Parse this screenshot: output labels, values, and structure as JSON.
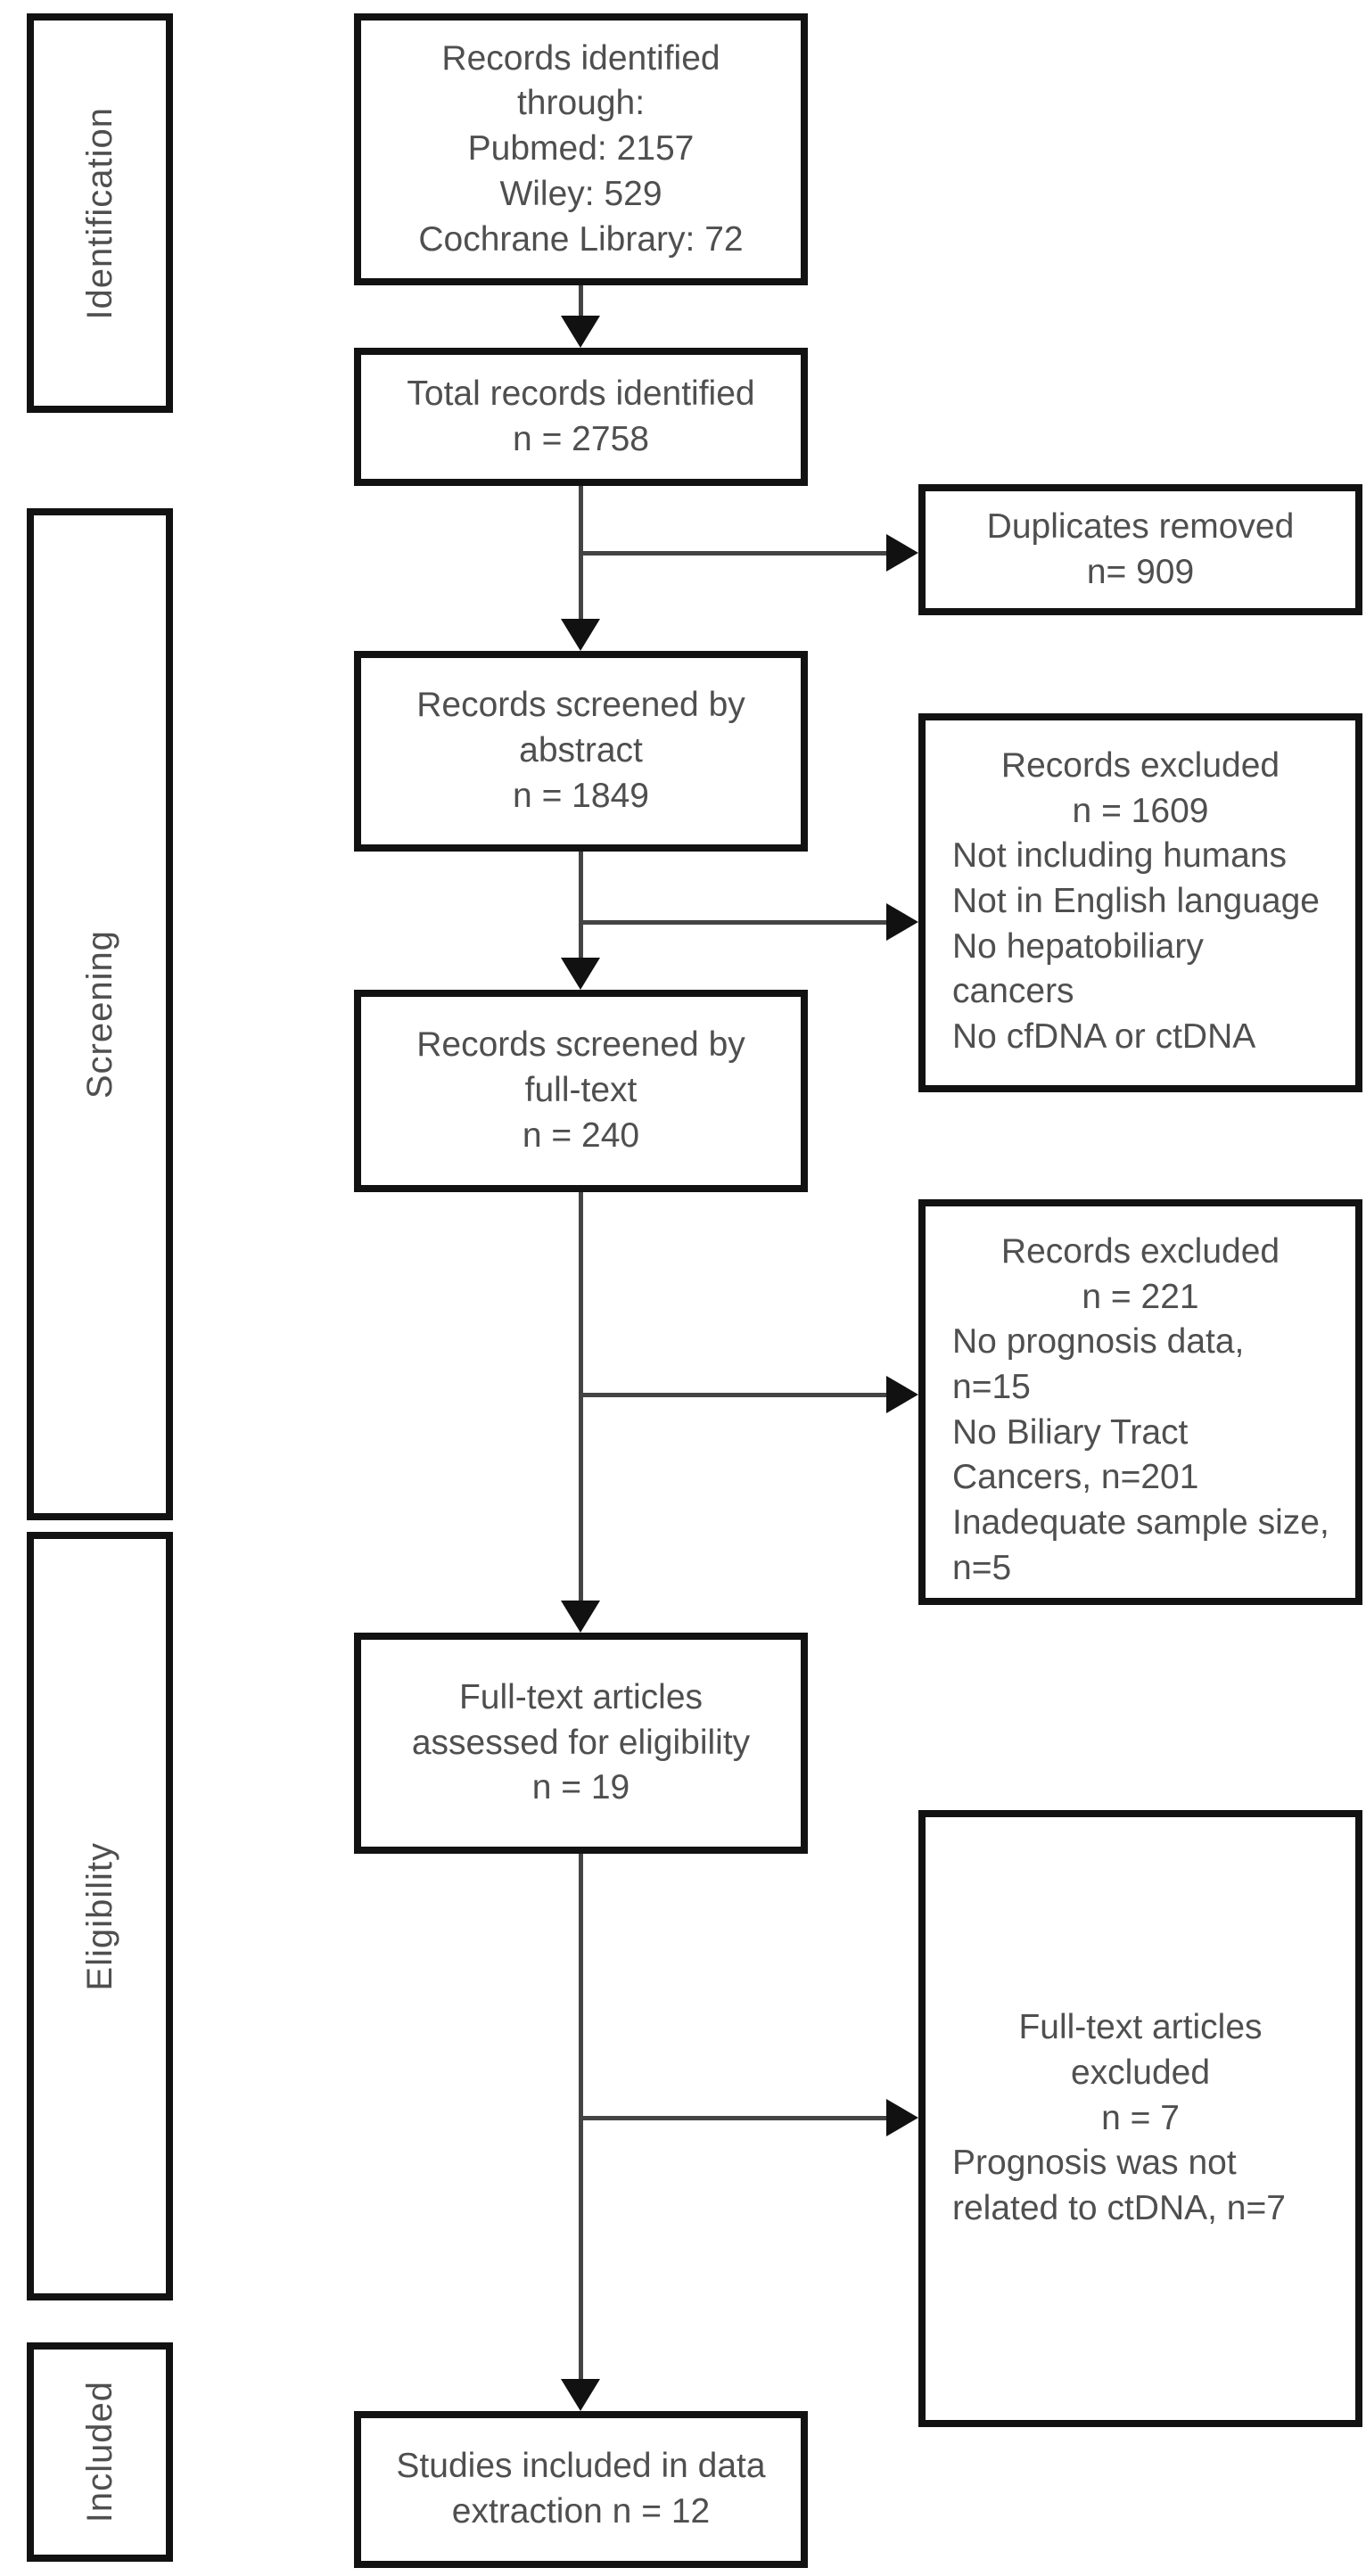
{
  "diagram": {
    "stages": {
      "identification": {
        "label": "Identification"
      },
      "screening": {
        "label": "Screening"
      },
      "eligibility": {
        "label": "Eligibility"
      },
      "included": {
        "label": "Included"
      }
    },
    "flow": {
      "records_identified": {
        "text": "Records identified\nthrough:\nPubmed: 2157\nWiley: 529\nCochrane Library: 72"
      },
      "total_records": {
        "text": "Total records identified\nn = 2758"
      },
      "screened_abstract": {
        "text": "Records screened by\nabstract\nn = 1849"
      },
      "screened_fulltext": {
        "text": "Records screened by\nfull-text\nn = 240"
      },
      "assessed_eligibility": {
        "text": "Full-text articles\nassessed for eligibility\nn = 19"
      },
      "included_extraction": {
        "text": "Studies included in data\nextraction n = 12"
      }
    },
    "exclusions": {
      "duplicates": {
        "title": "Duplicates removed\nn= 909",
        "details": ""
      },
      "abstract_excluded": {
        "title": "Records excluded\nn = 1609",
        "details": "Not including humans\nNot in English language\nNo hepatobiliary\ncancers\nNo cfDNA or ctDNA"
      },
      "fulltext_excluded": {
        "title": "Records excluded\nn = 221",
        "details": "No prognosis data,\nn=15\nNo Biliary Tract\nCancers, n=201\nInadequate sample size,\nn=5"
      },
      "eligibility_excluded": {
        "title": "Full-text articles\nexcluded\nn = 7",
        "details": "Prognosis was not\nrelated to ctDNA, n=7"
      }
    },
    "colors": {
      "border": "#121212",
      "text": "#4f4f4f",
      "connector": "#444444",
      "background": "#ffffff"
    }
  }
}
